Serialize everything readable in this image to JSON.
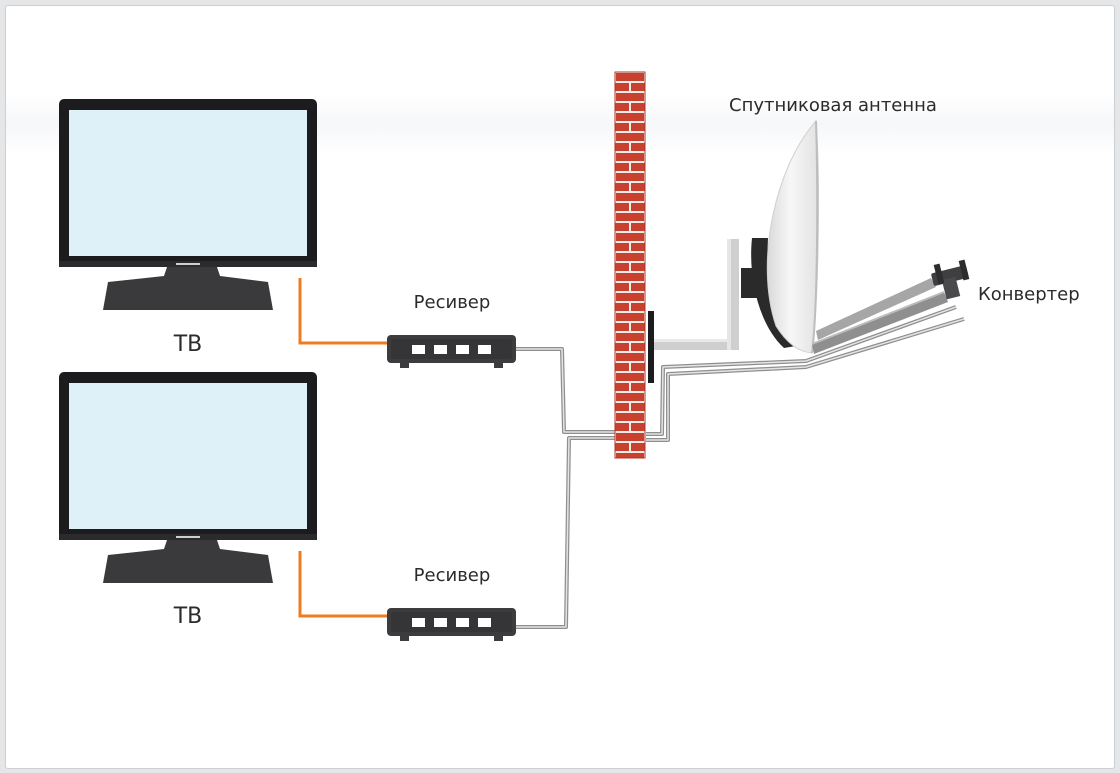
{
  "labels": {
    "tv_top": "ТВ",
    "tv_bottom": "ТВ",
    "receiver_top": "Ресивер",
    "receiver_bottom": "Ресивер",
    "antenna": "Спутниковая антенна",
    "converter": "Конвертер"
  },
  "colors": {
    "tv_frame": "#1c1c1e",
    "tv_screen": "#dff1f8",
    "tv_stand": "#3a3a3c",
    "receiver_body": "#3c3c3e",
    "hdmi_cable": "#f07c1f",
    "coax_cable": "#9b9b9b",
    "wall_brick": "#c8412e",
    "wall_mortar": "#f2ece8",
    "dish": "#f1f1f1",
    "dish_back": "#2a2a2a"
  },
  "icons": [
    "tv-monitor-icon",
    "receiver-icon",
    "brick-wall-icon",
    "satellite-dish-icon",
    "lnb-converter-icon"
  ]
}
